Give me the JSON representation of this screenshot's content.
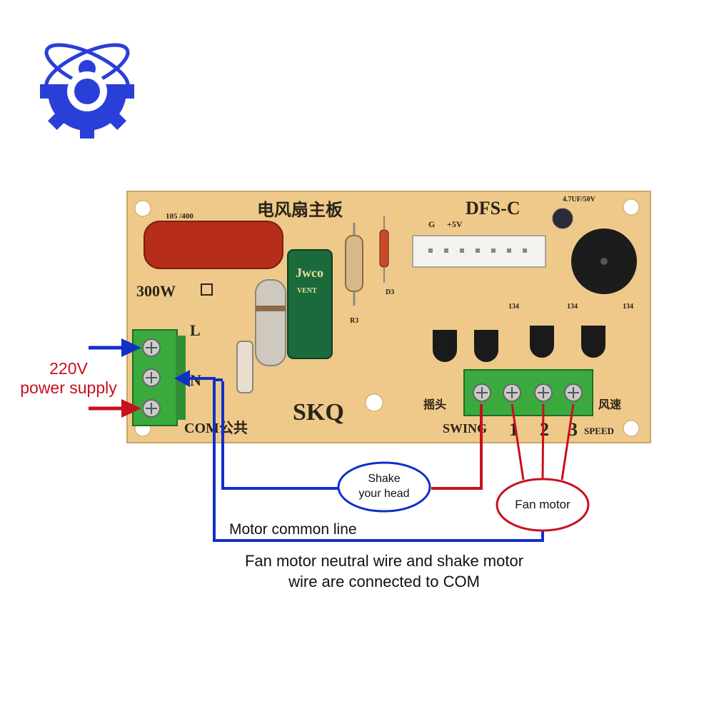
{
  "labels": {
    "power": [
      "220V",
      "power supply"
    ],
    "shake_bubble": [
      "Shake",
      "your head"
    ],
    "fan_bubble": "Fan motor",
    "common_line": "Motor common line",
    "caption": [
      "Fan motor neutral wire and shake motor",
      "wire are connected to COM"
    ]
  },
  "board": {
    "title_cn": "电风扇主板",
    "model": "DFS-C",
    "brand": "SKQ",
    "com_label": "COM公共",
    "l_label": "L",
    "n_label": "N",
    "swing_label": "SWING",
    "swing_cn": "摇头",
    "speed_cn": "风速",
    "speed_label": "SPEED",
    "speed_nums": [
      "1",
      "2",
      "3"
    ],
    "power_rating": "300W",
    "cap_code": "105 /400",
    "cap_value": "4.7UF/50V",
    "conn_g": "G",
    "conn_5v": "+5V",
    "elec_brand": "Jwco",
    "elec_vent": "VENT",
    "r3": "R3",
    "d3": "D3",
    "q_codes": [
      "134",
      "134",
      "134"
    ]
  },
  "colors": {
    "blue_wire": "#1030c8",
    "red_wire": "#c8101e",
    "board": "#eec98a",
    "terminal_green": "#3aaa3f",
    "logo_blue": "#2a3fd8"
  },
  "icons": [
    "logo-atom-gear-icon",
    "screw-icon"
  ]
}
